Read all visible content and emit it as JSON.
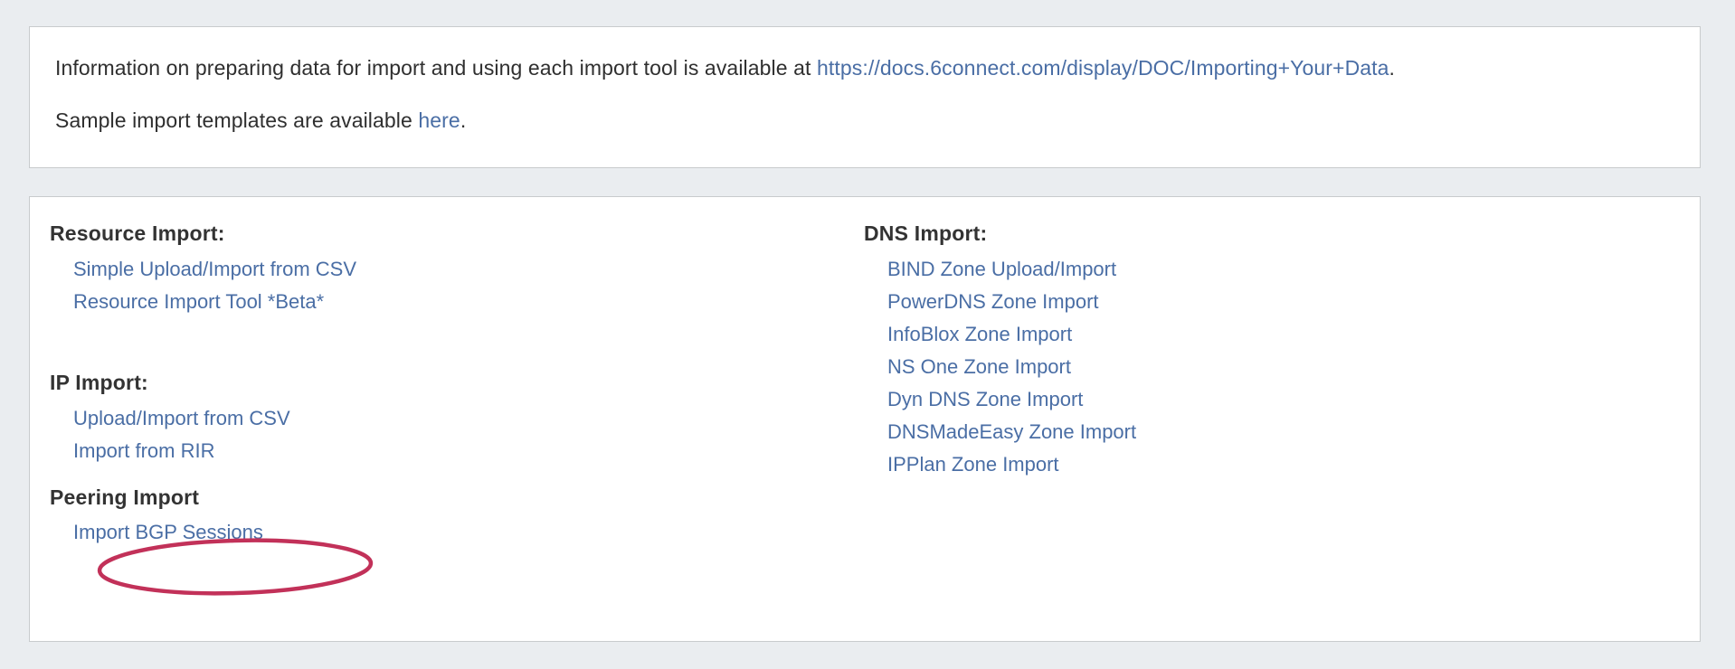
{
  "info_panel": {
    "paragraph_1": {
      "before_link": "Information on preparing data for import and using each import tool is available at ",
      "link_text": "https://docs.6connect.com/display/DOC/Importing+Your+Data",
      "after_link": "."
    },
    "paragraph_2": {
      "before_link": "Sample import templates are available ",
      "link_text": "here",
      "after_link": "."
    }
  },
  "tools_panel": {
    "left_column": {
      "resource": {
        "title": "Resource Import:",
        "links": [
          "Simple Upload/Import from CSV",
          "Resource Import Tool *Beta*"
        ]
      },
      "ip": {
        "title": "IP Import:",
        "links": [
          "Upload/Import from CSV",
          "Import from RIR"
        ]
      },
      "peering": {
        "title": "Peering Import",
        "links": [
          "Import BGP Sessions"
        ]
      }
    },
    "right_column": {
      "dns": {
        "title": "DNS Import:",
        "links": [
          "BIND Zone Upload/Import",
          "PowerDNS Zone Import",
          "InfoBlox Zone Import",
          "NS One Zone Import",
          "Dyn DNS Zone Import",
          "DNSMadeEasy Zone Import",
          "IPPlan Zone Import"
        ]
      }
    }
  },
  "annotation": {
    "label": "highlight ellipse around Import BGP Sessions",
    "color": "#c23159"
  },
  "colors": {
    "page_background": "#eaedf0",
    "panel_background": "#ffffff",
    "panel_border": "#c8cbcd",
    "link": "#4a6ea5",
    "heading": "#333333",
    "body_text": "#2f2f2f",
    "annotation": "#c23159"
  }
}
